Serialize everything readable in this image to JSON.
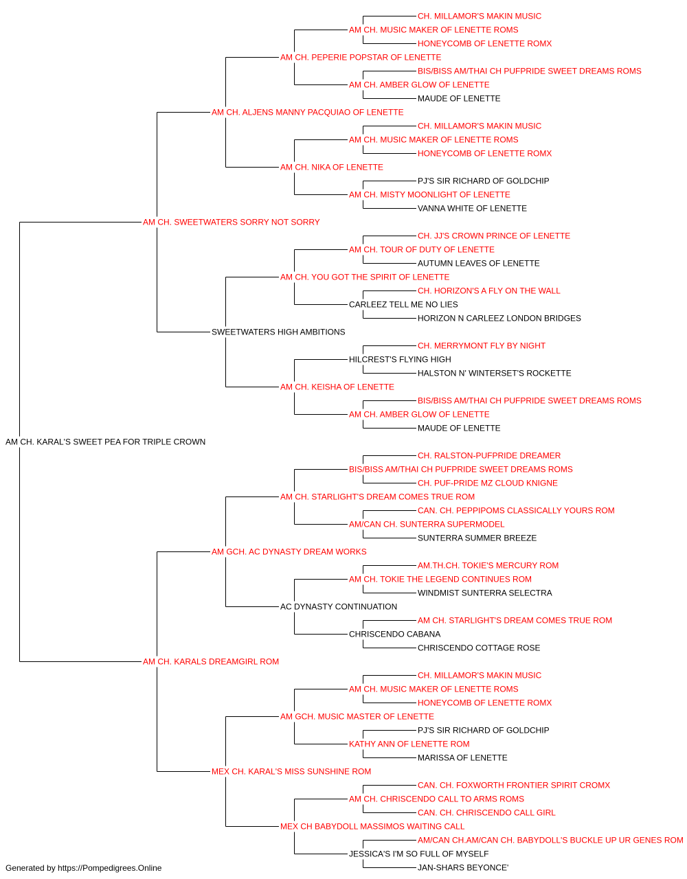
{
  "footer": "Generated by https://Pompedigrees.Online",
  "colors": {
    "champion": "#ff0000",
    "regular": "#000000",
    "line": "#000000"
  },
  "pedigree": {
    "name": "AM CH. KARAL'S SWEET PEA FOR TRIPLE CROWN",
    "champion": false,
    "sire": {
      "name": "AM CH. SWEETWATERS SORRY NOT SORRY",
      "champion": true,
      "sire": {
        "name": "AM CH. ALJENS MANNY PACQUIAO OF LENETTE",
        "champion": true,
        "sire": {
          "name": "AM CH. PEPERIE POPSTAR OF LENETTE",
          "champion": true,
          "sire": {
            "name": "AM CH. MUSIC MAKER OF LENETTE ROMS",
            "champion": true,
            "sire": {
              "name": "CH. MILLAMOR'S MAKIN MUSIC",
              "champion": true
            },
            "dam": {
              "name": "HONEYCOMB OF LENETTE ROMX",
              "champion": true
            }
          },
          "dam": {
            "name": "AM CH. AMBER GLOW OF LENETTE",
            "champion": true,
            "sire": {
              "name": "BIS/BISS AM/THAI CH PUFPRIDE SWEET DREAMS ROMS",
              "champion": true
            },
            "dam": {
              "name": "MAUDE OF LENETTE",
              "champion": false
            }
          }
        },
        "dam": {
          "name": "AM CH. NIKA OF LENETTE",
          "champion": true,
          "sire": {
            "name": "AM CH. MUSIC MAKER OF LENETTE ROMS",
            "champion": true,
            "sire": {
              "name": "CH. MILLAMOR'S MAKIN MUSIC",
              "champion": true
            },
            "dam": {
              "name": "HONEYCOMB OF LENETTE ROMX",
              "champion": true
            }
          },
          "dam": {
            "name": "AM CH. MISTY MOONLIGHT OF LENETTE",
            "champion": true,
            "sire": {
              "name": "PJ'S SIR RICHARD OF GOLDCHIP",
              "champion": false
            },
            "dam": {
              "name": "VANNA WHITE OF LENETTE",
              "champion": false
            }
          }
        }
      },
      "dam": {
        "name": "SWEETWATERS HIGH AMBITIONS",
        "champion": false,
        "sire": {
          "name": "AM CH. YOU GOT THE SPIRIT OF LENETTE",
          "champion": true,
          "sire": {
            "name": "AM CH. TOUR OF DUTY OF LENETTE",
            "champion": true,
            "sire": {
              "name": "CH. JJ'S CROWN PRINCE OF LENETTE",
              "champion": true
            },
            "dam": {
              "name": "AUTUMN LEAVES OF LENETTE",
              "champion": false
            }
          },
          "dam": {
            "name": "CARLEEZ TELL ME NO LIES",
            "champion": false,
            "sire": {
              "name": "CH. HORIZON'S A FLY ON THE WALL",
              "champion": true
            },
            "dam": {
              "name": "HORIZON N CARLEEZ LONDON BRIDGES",
              "champion": false
            }
          }
        },
        "dam": {
          "name": "AM CH. KEISHA OF LENETTE",
          "champion": true,
          "sire": {
            "name": "HILCREST'S FLYING HIGH",
            "champion": false,
            "sire": {
              "name": "CH. MERRYMONT FLY BY NIGHT",
              "champion": true
            },
            "dam": {
              "name": "HALSTON N' WINTERSET'S ROCKETTE",
              "champion": false
            }
          },
          "dam": {
            "name": "AM CH. AMBER GLOW OF LENETTE",
            "champion": true,
            "sire": {
              "name": "BIS/BISS AM/THAI CH PUFPRIDE SWEET DREAMS ROMS",
              "champion": true
            },
            "dam": {
              "name": "MAUDE OF LENETTE",
              "champion": false
            }
          }
        }
      }
    },
    "dam": {
      "name": "AM CH. KARALS DREAMGIRL ROM",
      "champion": true,
      "sire": {
        "name": "AM GCH. AC DYNASTY DREAM WORKS",
        "champion": true,
        "sire": {
          "name": "AM CH. STARLIGHT'S DREAM COMES TRUE ROM",
          "champion": true,
          "sire": {
            "name": "BIS/BISS AM/THAI CH PUFPRIDE SWEET DREAMS ROMS",
            "champion": true,
            "sire": {
              "name": "CH. RALSTON-PUFPRIDE DREAMER",
              "champion": true
            },
            "dam": {
              "name": "CH. PUF-PRIDE MZ CLOUD KNIGNE",
              "champion": true
            }
          },
          "dam": {
            "name": "AM/CAN CH. SUNTERRA SUPERMODEL",
            "champion": true,
            "sire": {
              "name": "CAN. CH. PEPPIPOMS CLASSICALLY YOURS ROM",
              "champion": true
            },
            "dam": {
              "name": "SUNTERRA SUMMER BREEZE",
              "champion": false
            }
          }
        },
        "dam": {
          "name": "AC DYNASTY CONTINUATION",
          "champion": false,
          "sire": {
            "name": "AM CH. TOKIE THE LEGEND CONTINUES ROM",
            "champion": true,
            "sire": {
              "name": "AM.TH.CH. TOKIE'S MERCURY ROM",
              "champion": true
            },
            "dam": {
              "name": "WINDMIST SUNTERRA SELECTRA",
              "champion": false
            }
          },
          "dam": {
            "name": "CHRISCENDO CABANA",
            "champion": false,
            "sire": {
              "name": "AM CH. STARLIGHT'S DREAM COMES TRUE ROM",
              "champion": true
            },
            "dam": {
              "name": "CHRISCENDO COTTAGE ROSE",
              "champion": false
            }
          }
        }
      },
      "dam": {
        "name": "MEX CH. KARAL'S MISS SUNSHINE ROM",
        "champion": true,
        "sire": {
          "name": "AM GCH. MUSIC MASTER OF LENETTE",
          "champion": true,
          "sire": {
            "name": "AM CH. MUSIC MAKER OF LENETTE ROMS",
            "champion": true,
            "sire": {
              "name": "CH. MILLAMOR'S MAKIN MUSIC",
              "champion": true
            },
            "dam": {
              "name": "HONEYCOMB OF LENETTE ROMX",
              "champion": true
            }
          },
          "dam": {
            "name": "KATHY ANN OF LENETTE ROM",
            "champion": true,
            "sire": {
              "name": "PJ'S SIR RICHARD OF GOLDCHIP",
              "champion": false
            },
            "dam": {
              "name": "MARISSA OF LENETTE",
              "champion": false
            }
          }
        },
        "dam": {
          "name": "MEX CH BABYDOLL MASSIMOS WAITING CALL",
          "champion": true,
          "sire": {
            "name": "AM CH. CHRISCENDO CALL TO ARMS ROMS",
            "champion": true,
            "sire": {
              "name": "CAN. CH. FOXWORTH FRONTIER SPIRIT CROMX",
              "champion": true
            },
            "dam": {
              "name": "CAN. CH. CHRISCENDO CALL GIRL",
              "champion": true
            }
          },
          "dam": {
            "name": "JESSICA'S I'M SO FULL OF MYSELF",
            "champion": false,
            "sire": {
              "name": "AM/CAN CH.AM/CAN CH. BABYDOLL'S BUCKLE UP UR GENES ROM",
              "champion": true
            },
            "dam": {
              "name": "JAN-SHARS BEYONCE'",
              "champion": false
            }
          }
        }
      }
    }
  }
}
